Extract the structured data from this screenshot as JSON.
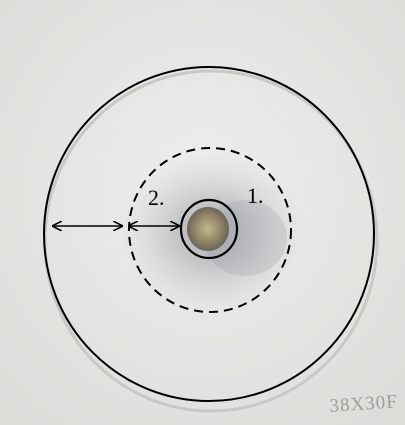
{
  "figure": {
    "label_inner_zone": "1.",
    "label_outer_zone": "2.",
    "stamp_text": "38X30F"
  },
  "colors": {
    "paper": "#e9e9e7",
    "ink": "#000000",
    "stain": "#8b8d96",
    "colony": "#9a8a63",
    "stamp": "#9d9d9a"
  }
}
